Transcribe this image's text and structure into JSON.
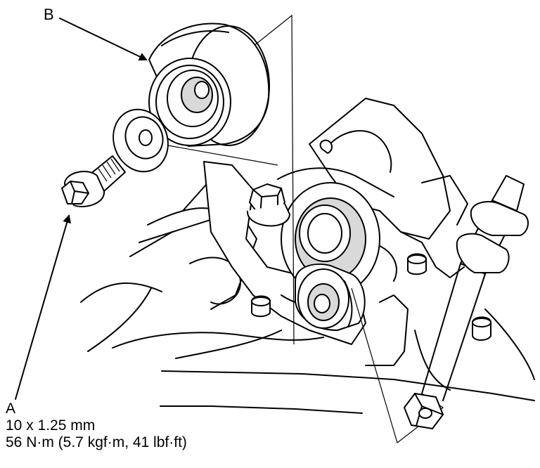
{
  "callouts": {
    "b": {
      "letter": "B"
    },
    "a": {
      "letter": "A",
      "thread_spec": "10 x 1.25 mm",
      "torque_spec": "56 N·m (5.7 kgf·m, 41 lbf·ft)"
    }
  }
}
